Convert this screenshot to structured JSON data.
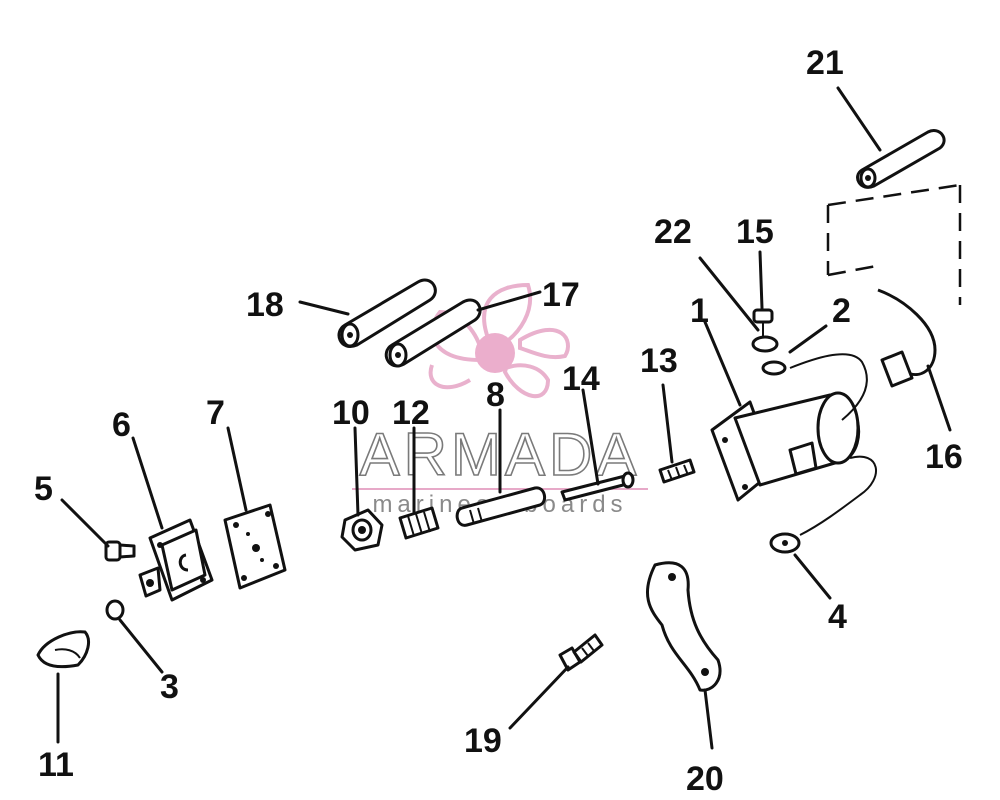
{
  "watermark": {
    "brand": "ARMADA",
    "tagline": "marineoutboards",
    "logo_color": "#e7a9c8",
    "logo_hub_color": "#e9a6c7"
  },
  "callouts": {
    "c1": "1",
    "c2": "2",
    "c3": "3",
    "c4": "4",
    "c5": "5",
    "c6": "6",
    "c7": "7",
    "c8": "8",
    "c10": "10",
    "c11": "11",
    "c12": "12",
    "c13": "13",
    "c14": "14",
    "c15": "15",
    "c16": "16",
    "c17": "17",
    "c18": "18",
    "c19": "19",
    "c20": "20",
    "c21": "21",
    "c22": "22"
  }
}
